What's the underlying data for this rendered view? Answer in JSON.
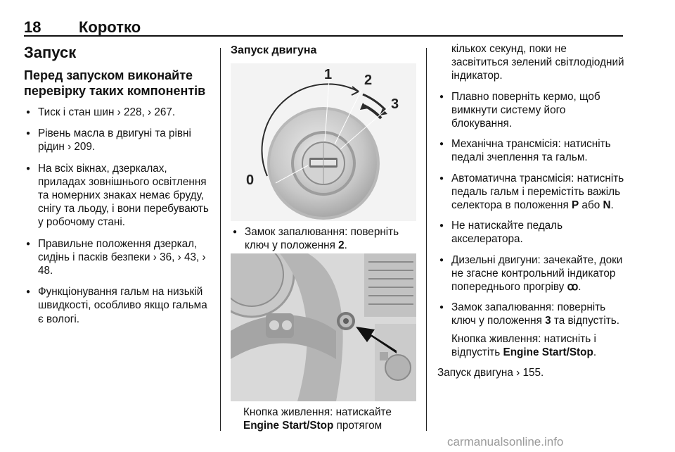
{
  "header": {
    "page_number": "18",
    "section": "Коротко"
  },
  "col1": {
    "heading": "Запуск",
    "subheading": "Перед запуском виконайте перевірку таких компонентів",
    "items": [
      {
        "text": "Тиск і стан шин ",
        "refs": "› 228, › 267."
      },
      {
        "text": "Рівень масла в двигуні та рівні рідин ",
        "refs": "› 209."
      },
      {
        "text": "На всіх вікнах, дзеркалах, приладах зовнішнього освітлення та номерних знаках немає бруду, снігу та льоду, і вони перебувають у робочому стані.",
        "refs": ""
      },
      {
        "text": "Правильне положення дзеркал, сидінь і пасків безпеки ",
        "refs": "› 36, › 43, › 48."
      },
      {
        "text": "Функціонування гальм на низькій швидкості, особливо якщо гальма є вологі.",
        "refs": ""
      }
    ]
  },
  "col2": {
    "heading": "Запуск двигуна",
    "figure1_labels": {
      "pos0": "0",
      "pos1": "1",
      "pos2": "2",
      "pos3": "3"
    },
    "bullet1": {
      "text": "Замок запалювання: поверніть ключ у положення ",
      "bold": "2",
      "end": "."
    },
    "caption_text": "Кнопка живлення: натискайте ",
    "caption_bold": "Engine Start/Stop",
    "caption_end": " протягом"
  },
  "col3": {
    "continuation": "кількох секунд, поки не засвітиться зелений світлодіодний індикатор.",
    "items": [
      {
        "text": "Плавно поверніть кермо, щоб вимкнути систему його блокування."
      },
      {
        "text": "Механічна трансмісія: натисніть педалі зчеплення та гальм."
      },
      {
        "text_a": "Автоматична трансмісія: натисніть педаль гальм і перемістіть важіль селектора в положення ",
        "bold1": "P",
        "mid": " або ",
        "bold2": "N",
        "end": "."
      },
      {
        "text": "Не натискайте педаль акселератора."
      },
      {
        "text": "Дизельні двигуни: зачекайте, доки не згасне контрольний індикатор попереднього прогріву ",
        "glyph": "ꝏ",
        "end": "."
      },
      {
        "text_a": "Замок запалювання: поверніть ключ у положення ",
        "bold": "3",
        "end": " та відпустіть."
      }
    ],
    "note_text": "Кнопка живлення: натисніть і відпустіть ",
    "note_bold": "Engine Start/Stop",
    "note_end": ".",
    "footer_text": "Запуск двигуна ",
    "footer_ref": "› 155."
  },
  "watermark": "carmanualsonline.info"
}
